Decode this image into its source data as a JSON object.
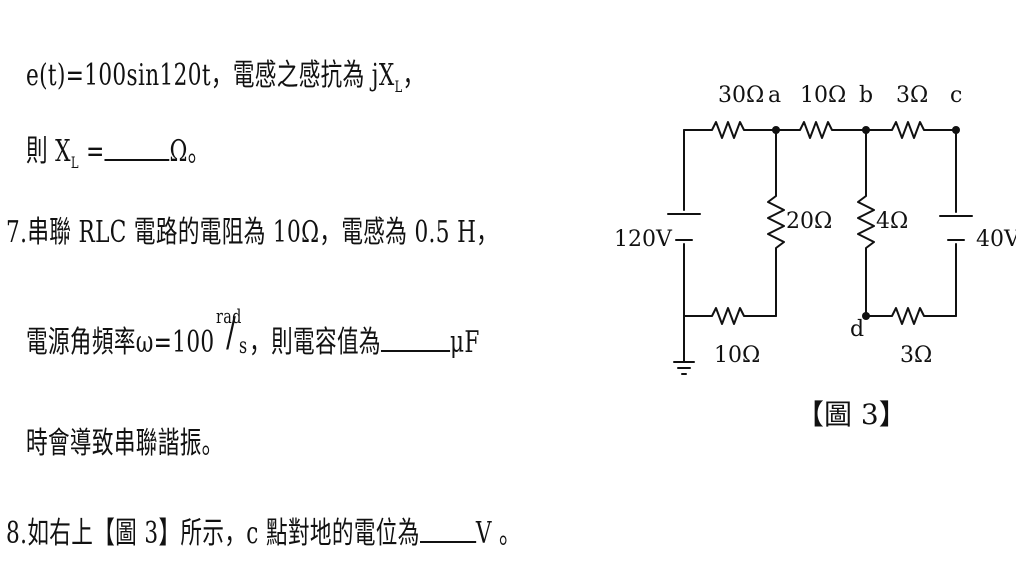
{
  "q6": {
    "line1": "e(t)=100sin120t，電感之感抗為 jX",
    "line1_sub": "L",
    "line1_end": "，",
    "line2_pre": "則 X",
    "line2_sub": "L",
    "line2_mid": " =",
    "line2_unit": "Ω。"
  },
  "q7": {
    "line1": "7.串聯 RLC 電路的電阻為 10Ω，電感為 0.5 H，",
    "line2_pre": "電源角頻率ω=100",
    "frac_num": "rad",
    "frac_den": "s",
    "line2_mid": "，則電容值為",
    "line2_unit": "μF",
    "line3": "時會導致串聯諧振。"
  },
  "q8": {
    "line1_pre": "8.如右上【圖 3】所示，c 點對地的電位為",
    "line1_unit": "V 。"
  },
  "figure": {
    "caption": "【圖 3】",
    "labels": {
      "r_top_left": "30Ω",
      "node_a": "a",
      "r_top_mid": "10Ω",
      "node_b": "b",
      "r_top_right": "3Ω",
      "node_c": "c",
      "source_left": "120V",
      "r_a_down": "20Ω",
      "r_b_down": "4Ω",
      "source_right": "40V",
      "node_d": "d",
      "r_bottom_left": "10Ω",
      "r_bottom_right": "3Ω"
    }
  }
}
